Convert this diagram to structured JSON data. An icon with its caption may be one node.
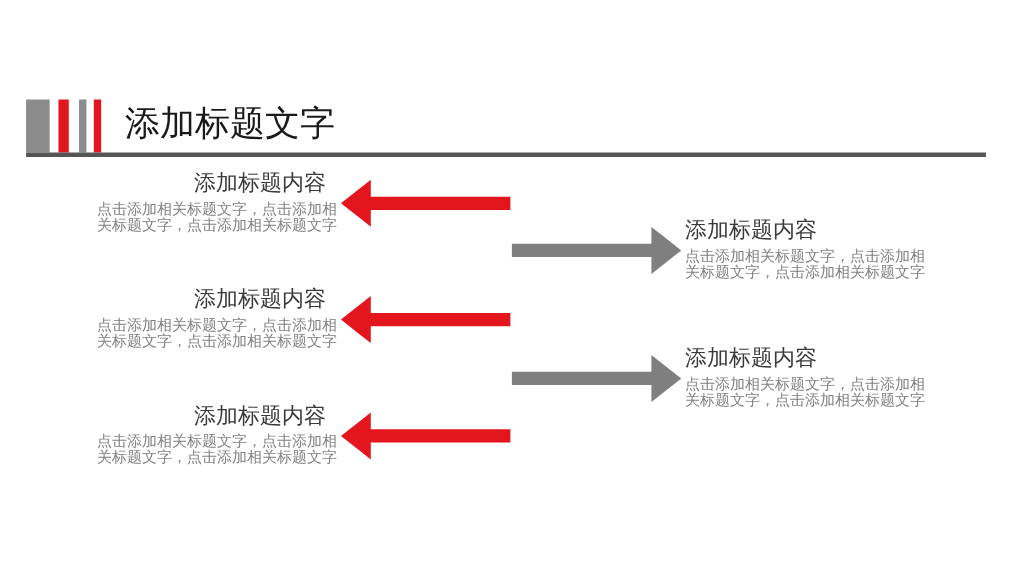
{
  "diagram": {
    "title": "添加标题文字",
    "nodes": [
      {
        "text": [
          "添加标题内容",
          "点击添加相关标题文字，点击添加相关标题文字，点击添加相关标题文字"
        ]
      },
      {
        "text": [
          "添加标题内容",
          "点击添加相关标题文字，点击添加相关标题文字，点击添加相关标题文字"
        ]
      },
      {
        "text": [
          "添加标题内容",
          "点击添加相关标题文字，点击添加相关标题文字，点击添加相关标题文字"
        ]
      },
      {
        "text": [
          "添加标题内容",
          "点击添加相关标题文字，点击添加相关标题文字，点击添加相关标题文字"
        ]
      },
      {
        "text": [
          "添加标题内容",
          "点击添加相关标题文字，点击添加相关标题文字，点击添加相关标题文字"
        ]
      }
    ],
    "edges": [
      {
        "from": null,
        "to": 0,
        "arrow": "to"
      },
      {
        "from": null,
        "to": 1,
        "arrow": "to",
        "color": "#7f7f7f"
      },
      {
        "from": null,
        "to": 2,
        "arrow": "to"
      },
      {
        "from": null,
        "to": 3,
        "arrow": "to",
        "color": "#7f7f7f"
      },
      {
        "from": null,
        "to": 4,
        "arrow": "to"
      }
    ]
  }
}
